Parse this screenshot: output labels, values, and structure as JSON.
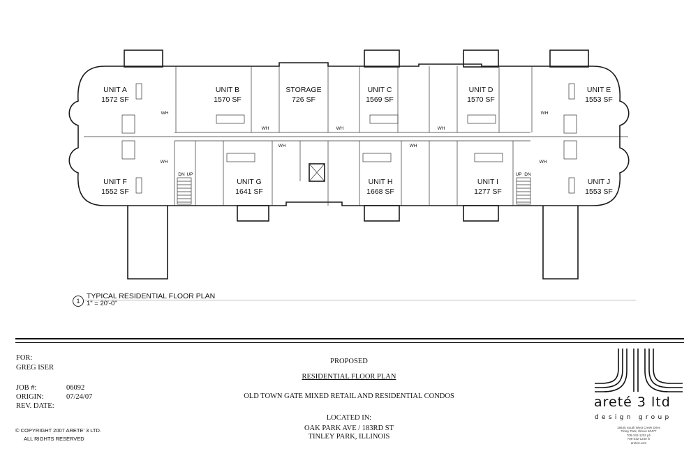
{
  "units": [
    {
      "name": "UNIT A",
      "area": "1572 SF"
    },
    {
      "name": "UNIT B",
      "area": "1570 SF"
    },
    {
      "name": "STORAGE",
      "area": "726 SF"
    },
    {
      "name": "UNIT C",
      "area": "1569 SF"
    },
    {
      "name": "UNIT D",
      "area": "1570 SF"
    },
    {
      "name": "UNIT E",
      "area": "1553 SF"
    },
    {
      "name": "UNIT F",
      "area": "1552 SF"
    },
    {
      "name": "UNIT G",
      "area": "1641 SF"
    },
    {
      "name": "UNIT H",
      "area": "1668 SF"
    },
    {
      "name": "UNIT I",
      "area": "1277 SF"
    },
    {
      "name": "UNIT J",
      "area": "1553 SF"
    }
  ],
  "plan_labels": {
    "wh": "WH",
    "up": "UP",
    "dn": "DN"
  },
  "caption": {
    "number": "1",
    "title": "TYPICAL RESIDENTIAL FLOOR PLAN",
    "scale": "1\" = 20'-0\""
  },
  "title_block": {
    "for_label": "FOR:",
    "client": "GREG ISER",
    "job_label": "JOB #:",
    "job_value": "06092",
    "origin_label": "ORIGIN:",
    "origin_value": "07/24/07",
    "rev_label": "REV. DATE:",
    "rev_value": "",
    "copyright": "COPYRIGHT 2007 ARETE' 3 LTD.",
    "rights": "ALL RIGHTS RESERVED",
    "proposed": "PROPOSED",
    "sheet_title": "RESIDENTIAL FLOOR PLAN",
    "project": "OLD TOWN GATE MIXED RETAIL AND RESIDENTIAL CONDOS",
    "located_label": "LOCATED IN:",
    "address_line1": "OAK PARK AVE / 183RD ST",
    "address_line2": "TINLEY PARK, ILLINOIS"
  },
  "firm": {
    "name": "areté 3 ltd",
    "tagline": "design group",
    "address": [
      "18645 South West Creek Drive",
      "Tinley Park, Illinois 60477",
      "708-342-1203 ph",
      "708-342-1240 fx",
      "arete3.com"
    ]
  }
}
